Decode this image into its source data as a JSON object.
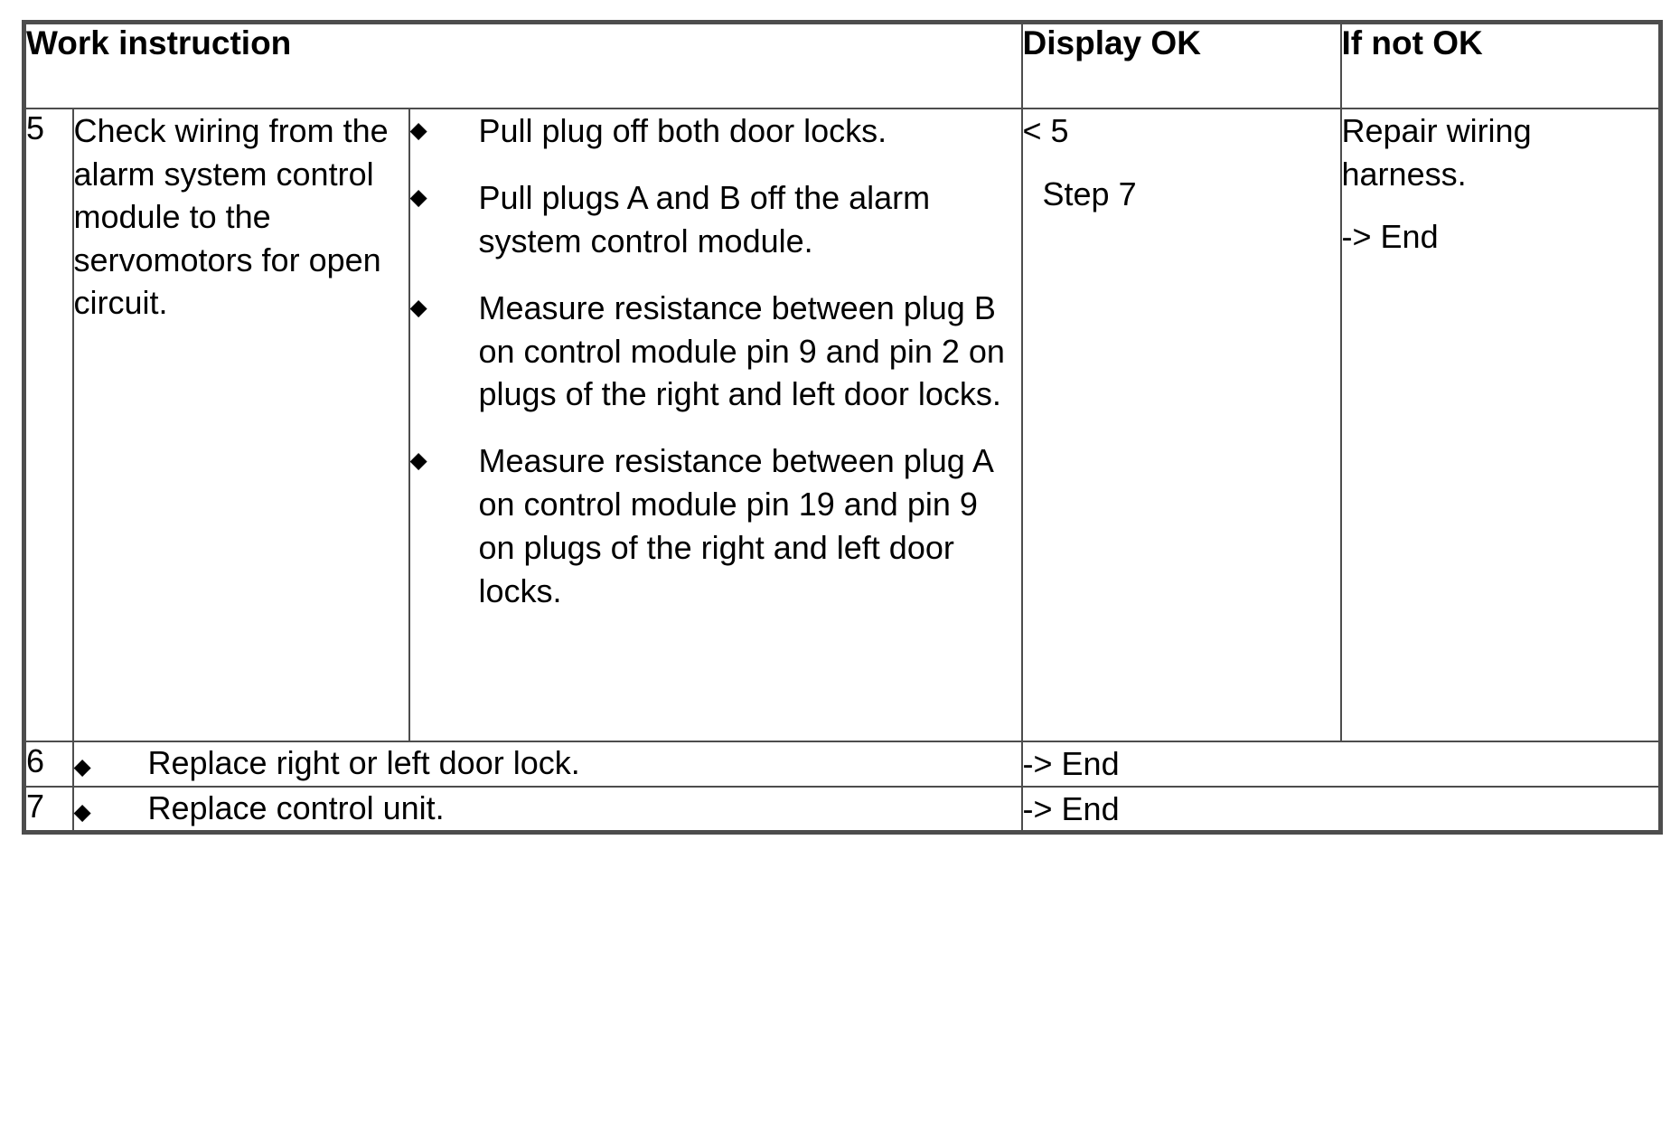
{
  "document": {
    "type": "work-instruction-table",
    "border_color": "#4d4d4d",
    "background_color": "#ffffff",
    "text_color": "#000000"
  },
  "table": {
    "headers": {
      "work_instruction": "Work instruction",
      "display_ok": "Display OK",
      "if_not_ok": "If not OK"
    },
    "bullet_glyph": "◆",
    "rows": [
      {
        "number": "5",
        "instruction": "Check wiring from the alarm system control module to the servomotors for open circuit.",
        "bullets": [
          "Pull plug off both door locks.",
          "Pull plugs A and B off the alarm system control module.",
          "Measure resistance between plug B on control module pin 9 and pin 2 on plugs of the right and left door locks.",
          "Measure resistance between plug A on control module pin 19 and pin 9 on plugs of the right and left door locks."
        ],
        "display_ok_line1": "< 5",
        "display_ok_line2": "Step 7",
        "if_not_ok_line1": "Repair wiring harness.",
        "if_not_ok_line2": "-> End"
      },
      {
        "number": "6",
        "bullet_text": "Replace right or left door lock.",
        "display_ok": "-> End",
        "if_not_ok": ""
      },
      {
        "number": "7",
        "bullet_text": "Replace control unit.",
        "display_ok": "-> End",
        "if_not_ok": ""
      }
    ]
  }
}
